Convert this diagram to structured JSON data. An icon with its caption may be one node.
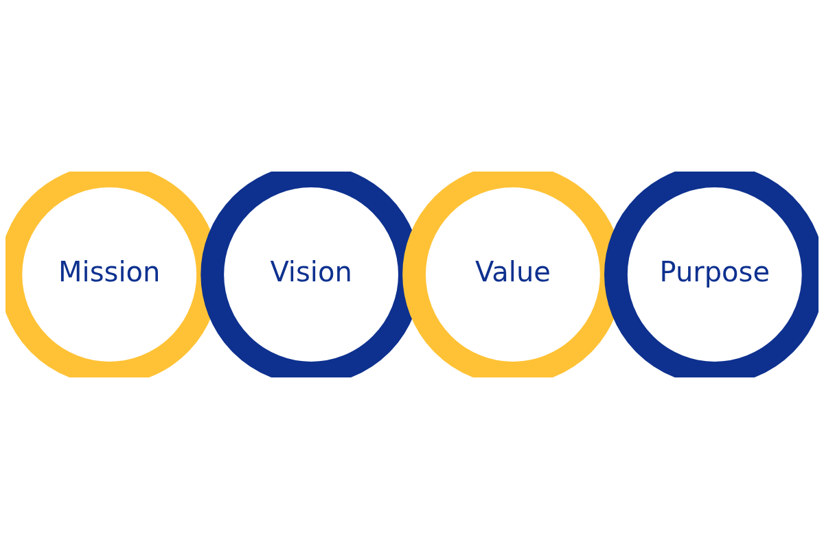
{
  "diagram": {
    "nodes": [
      {
        "text": [
          "Mission"
        ]
      },
      {
        "text": [
          "Vision"
        ]
      },
      {
        "text": [
          "Value"
        ]
      },
      {
        "text": [
          "Purpose"
        ]
      }
    ]
  }
}
